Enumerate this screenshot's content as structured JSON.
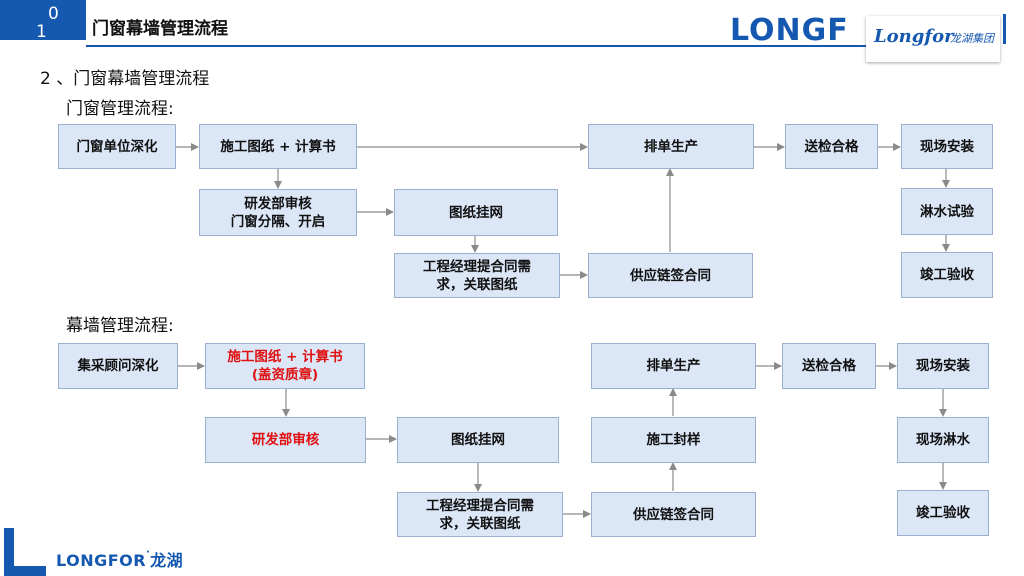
{
  "header": {
    "badge_digit_1": "0",
    "badge_digit_2": "1",
    "title": "门窗幕墙管理流程",
    "logo_text": "LONGF",
    "logo_script": "Longfor",
    "logo_script_cn": "龙湖集团"
  },
  "section_title": "2 、门窗幕墙管理流程",
  "window_flow": {
    "title": "门窗管理流程:",
    "boxes": {
      "deepen": "门窗单位深化",
      "drawings": "施工图纸 + 计算书",
      "rd_review": "研发部审核\n门窗分隔、开启",
      "drawing_net": "图纸挂网",
      "pm_contract": "工程经理提合同需\n求，关联图纸",
      "supply_contract": "供应链签合同",
      "production": "排单生产",
      "inspection": "送检合格",
      "install": "现场安装",
      "water_test": "淋水试验",
      "acceptance": "竣工验收"
    }
  },
  "curtain_flow": {
    "title": "幕墙管理流程:",
    "boxes": {
      "deepen": "集采顾问深化",
      "drawings": "施工图纸 + 计算书\n(盖资质章)",
      "rd_review": "研发部审核",
      "drawing_net": "图纸挂网",
      "pm_contract": "工程经理提合同需\n求，关联图纸",
      "supply_contract": "供应链签合同",
      "sample": "施工封样",
      "production": "排单生产",
      "inspection": "送检合格",
      "install": "现场安装",
      "water_test": "现场淋水",
      "acceptance": "竣工验收"
    }
  },
  "footer": {
    "logo_text": "LONGFOR",
    "logo_cn": "龙湖"
  },
  "colors": {
    "brand_blue": "#1558b0",
    "box_fill": "#dbe6f7",
    "box_border": "#9bb0cc",
    "highlight_red": "#e01010",
    "arrow": "#8a8a8a"
  }
}
